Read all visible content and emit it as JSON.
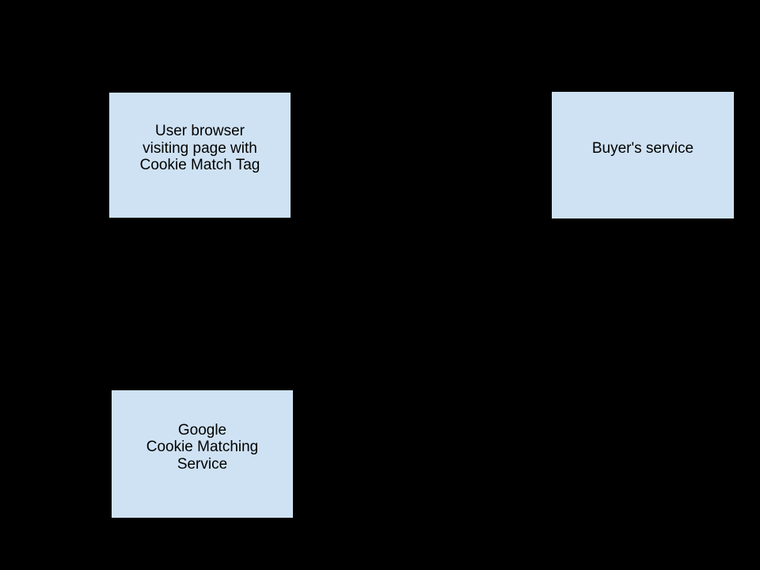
{
  "diagram": {
    "colors": {
      "background": "#000000",
      "node_fill": "#cfe2f3",
      "node_border": "#000000",
      "text": "#000000"
    },
    "nodes": [
      {
        "id": "user-browser",
        "lines": [
          "User browser",
          "visiting page with",
          "Cookie Match Tag"
        ]
      },
      {
        "id": "buyers-service",
        "lines": [
          "Buyer's service"
        ]
      },
      {
        "id": "google-cookie-matching",
        "lines": [
          "Google",
          "Cookie Matching",
          "Service"
        ]
      }
    ]
  }
}
